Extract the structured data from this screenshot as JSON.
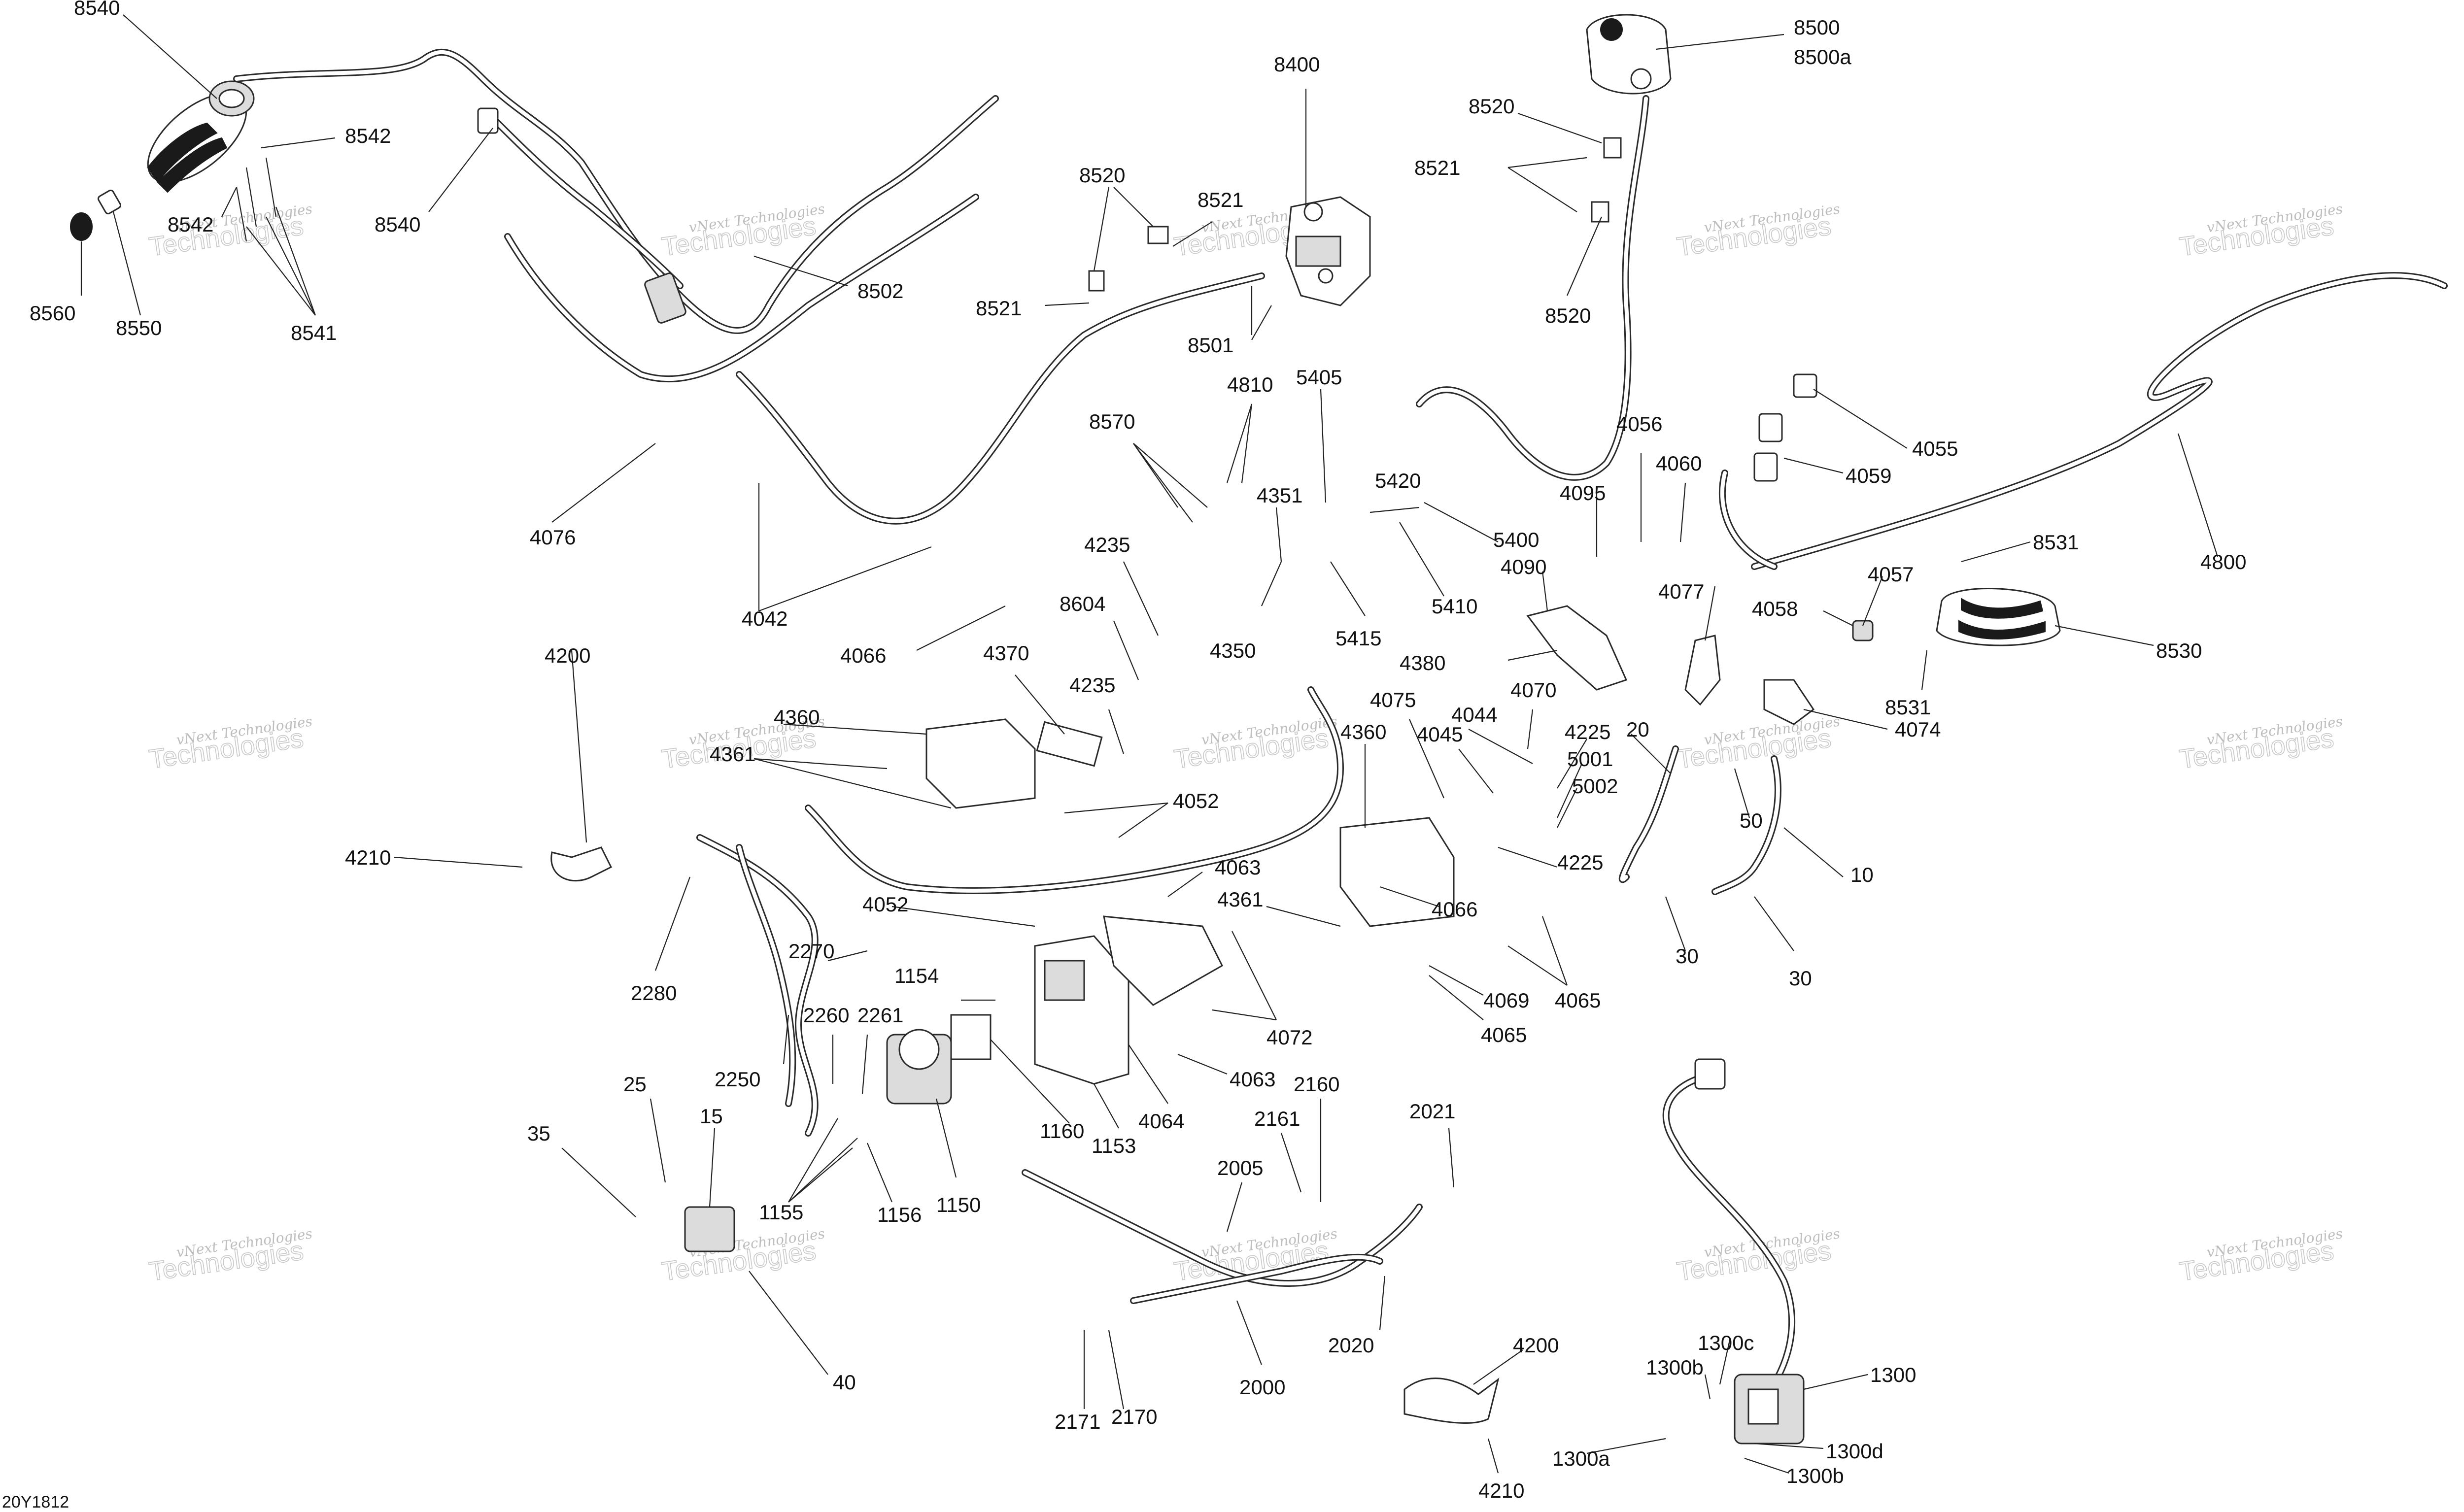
{
  "diagram_code": "20Y1812",
  "watermark": {
    "line1": "vNext Technologies",
    "line2": "Technologies"
  },
  "labels": {
    "l8540a": "8540",
    "l8542a": "8542",
    "l8542b": "8542",
    "l8540b": "8540",
    "l8560": "8560",
    "l8550": "8550",
    "l8541": "8541",
    "l8502": "8502",
    "l8400": "8400",
    "l8520a": "8520",
    "l8521a": "8521",
    "l8521b": "8521",
    "l8501": "8501",
    "l8500": "8500",
    "l8500a": "8500a",
    "l8520b": "8520",
    "l8521c": "8521",
    "l8520c": "8520",
    "l4810": "4810",
    "l5405": "5405",
    "l8570": "8570",
    "l4351": "4351",
    "l5420": "5420",
    "l5400": "5400",
    "l4350": "4350",
    "l5410": "5410",
    "l5415": "5415",
    "l4056": "4056",
    "l4060": "4060",
    "l4055": "4055",
    "l4059": "4059",
    "l4095": "4095",
    "l4090": "4090",
    "l4800": "4800",
    "l8531a": "8531",
    "l4057": "4057",
    "l4058": "4058",
    "l8530": "8530",
    "l8531b": "8531",
    "l4077": "4077",
    "l4074": "4074",
    "l4380": "4380",
    "l4076": "4076",
    "l4042": "4042",
    "l4066a": "4066",
    "l4235a": "4235",
    "l8604": "8604",
    "l4235b": "4235",
    "l4370": "4370",
    "l4200a": "4200",
    "l4360a": "4360",
    "l4361a": "4361",
    "l4052a": "4052",
    "l4210a": "4210",
    "l4360b": "4360",
    "l4075": "4075",
    "l4044": "4044",
    "l4045": "4045",
    "l4070": "4070",
    "l4225a": "4225",
    "l5001": "5001",
    "l5002": "5002",
    "l4225b": "4225",
    "l20": "20",
    "l50": "50",
    "l10": "10",
    "l4066b": "4066",
    "l4063a": "4063",
    "l4361b": "4361",
    "l4052b": "4052",
    "l4072": "4072",
    "l4069": "4069",
    "l4065a": "4065",
    "l4065b": "4065",
    "l30a": "30",
    "l30b": "30",
    "l2280": "2280",
    "l2270": "2270",
    "l1154": "1154",
    "l2260": "2260",
    "l2261": "2261",
    "l2250": "2250",
    "l4063b": "4063",
    "l4064": "4064",
    "l1153": "1153",
    "l1160": "1160",
    "l25": "25",
    "l15": "15",
    "l35": "35",
    "l1155": "1155",
    "l1156": "1156",
    "l1150": "1150",
    "l2160": "2160",
    "l2161": "2161",
    "l2021": "2021",
    "l2005": "2005",
    "l2020": "2020",
    "l2000": "2000",
    "l2171": "2171",
    "l2170": "2170",
    "l40": "40",
    "l4200b": "4200",
    "l4210b": "4210",
    "l1300": "1300",
    "l1300c": "1300c",
    "l1300b1": "1300b",
    "l1300a": "1300a",
    "l1300d": "1300d",
    "l1300b2": "1300b"
  }
}
